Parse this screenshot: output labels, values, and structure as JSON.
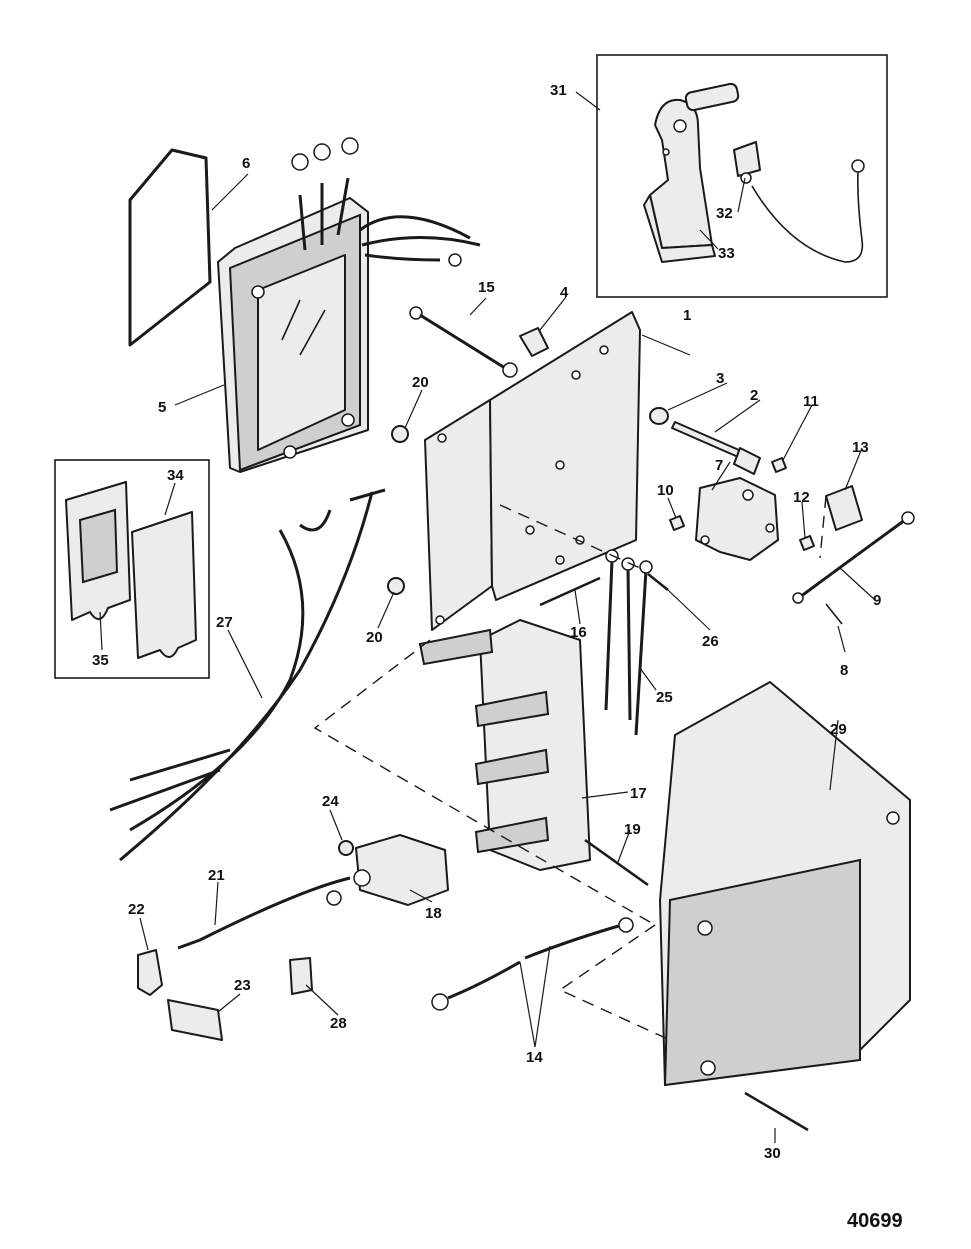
{
  "diagram": {
    "figure_number": "40699",
    "callouts": [
      {
        "id": "1",
        "label": "1"
      },
      {
        "id": "2",
        "label": "2"
      },
      {
        "id": "3",
        "label": "3"
      },
      {
        "id": "4",
        "label": "4"
      },
      {
        "id": "5",
        "label": "5"
      },
      {
        "id": "6",
        "label": "6"
      },
      {
        "id": "7",
        "label": "7"
      },
      {
        "id": "8",
        "label": "8"
      },
      {
        "id": "9",
        "label": "9"
      },
      {
        "id": "10",
        "label": "10"
      },
      {
        "id": "11",
        "label": "11"
      },
      {
        "id": "12",
        "label": "12"
      },
      {
        "id": "13",
        "label": "13"
      },
      {
        "id": "14",
        "label": "14"
      },
      {
        "id": "15",
        "label": "15"
      },
      {
        "id": "16",
        "label": "16"
      },
      {
        "id": "17",
        "label": "17"
      },
      {
        "id": "18",
        "label": "18"
      },
      {
        "id": "19",
        "label": "19"
      },
      {
        "id": "20a",
        "label": "20"
      },
      {
        "id": "20b",
        "label": "20"
      },
      {
        "id": "21",
        "label": "21"
      },
      {
        "id": "22",
        "label": "22"
      },
      {
        "id": "23",
        "label": "23"
      },
      {
        "id": "24",
        "label": "24"
      },
      {
        "id": "25",
        "label": "25"
      },
      {
        "id": "26",
        "label": "26"
      },
      {
        "id": "27",
        "label": "27"
      },
      {
        "id": "28",
        "label": "28"
      },
      {
        "id": "29",
        "label": "29"
      },
      {
        "id": "30",
        "label": "30"
      },
      {
        "id": "31",
        "label": "31"
      },
      {
        "id": "32",
        "label": "32"
      },
      {
        "id": "33",
        "label": "33"
      },
      {
        "id": "34",
        "label": "34"
      },
      {
        "id": "35",
        "label": "35"
      }
    ]
  }
}
